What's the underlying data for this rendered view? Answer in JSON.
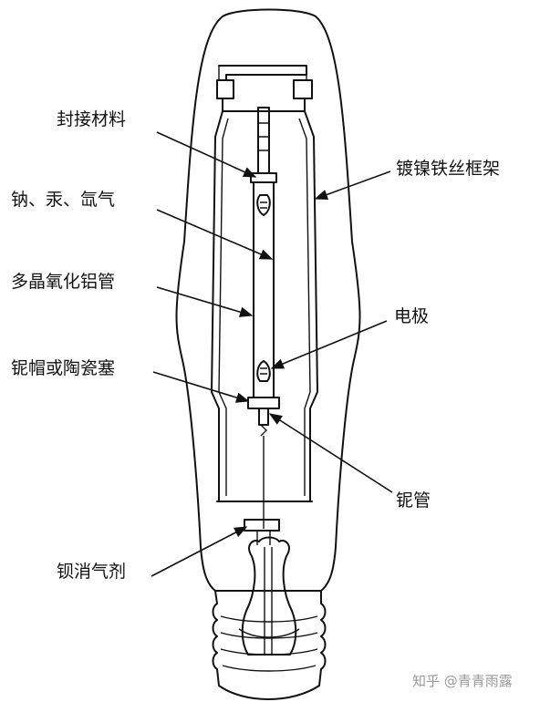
{
  "labels": {
    "seal_material": "封接材料",
    "sodium_mercury_xenon": "钠、汞、氙气",
    "polycrystalline_alumina_tube": "多晶氧化铝管",
    "niobium_cap_or_ceramic_plug": "铌帽或陶瓷塞",
    "barium_getter": "钡消气剂",
    "nickel_plated_iron_wire_frame": "镀镍铁丝框架",
    "electrode": "电极",
    "niobium_tube": "铌管"
  },
  "watermark": "知乎 @青青雨露",
  "colors": {
    "line": "#111111",
    "background": "#ffffff",
    "watermark": "#9a9a9a"
  }
}
